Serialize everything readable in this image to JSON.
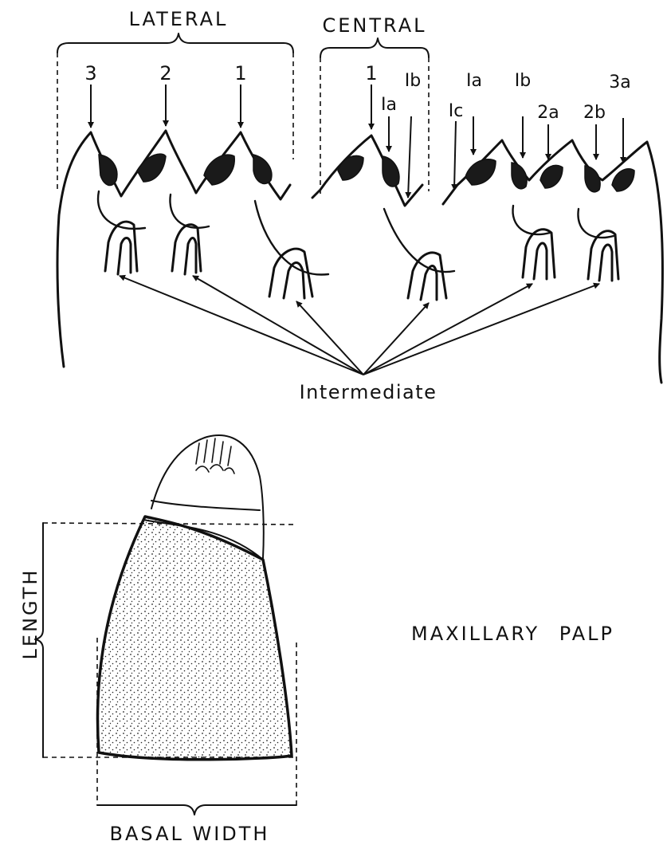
{
  "top": {
    "group_lateral": "LATERAL",
    "group_central": "CENTRAL",
    "lateral_numbers": [
      "3",
      "2",
      "1"
    ],
    "central_labels": [
      "1",
      "Ia",
      "Ib"
    ],
    "right_labels": [
      "Ic",
      "Ia",
      "Ib",
      "2a",
      "2b",
      "3a"
    ],
    "intermediate": "Intermediate"
  },
  "bottom": {
    "length": "LENGTH",
    "basal_width": "BASAL WIDTH",
    "caption": "MAXILLARY PALP"
  },
  "colors": {
    "ink": "#111111",
    "paper": "#ffffff"
  }
}
